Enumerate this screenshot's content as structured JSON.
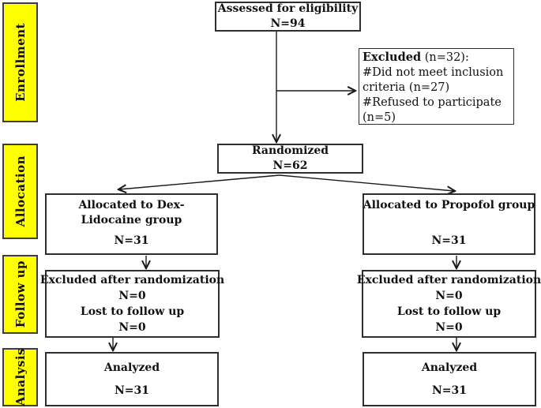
{
  "sidebar": {
    "labels": [
      {
        "text": "Enrollment"
      },
      {
        "text": "Allocation"
      },
      {
        "text": "Follow up"
      },
      {
        "text": "Analysis"
      }
    ]
  },
  "boxes": {
    "assessed": {
      "lines": [
        "Assessed for eligibility",
        "N=94"
      ]
    },
    "excluded": {
      "heading_bold": "Excluded",
      "heading_rest": " (n=32):",
      "items": [
        "#Did not meet inclusion criteria (n=27)",
        "#Refused to participate (n=5)"
      ]
    },
    "randomized": {
      "lines": [
        "Randomized",
        "N=62"
      ]
    },
    "alloc_left": {
      "title": "Allocated to Dex-Lidocaine group",
      "n": "N=31"
    },
    "alloc_right": {
      "title": "Allocated to Propofol group",
      "n": "N=31"
    },
    "followup_left": {
      "lines": [
        "Excluded after randomization",
        "N=0",
        "Lost to follow up",
        "N=0"
      ]
    },
    "followup_right": {
      "lines": [
        "Excluded after randomization",
        "N=0",
        "Lost to follow up",
        "N=0"
      ]
    },
    "analysis_left": {
      "title": "Analyzed",
      "n": "N=31"
    },
    "analysis_right": {
      "title": "Analyzed",
      "n": "N=31"
    }
  },
  "colors": {
    "stage_bg": "#FFFF00",
    "box_border": "#2e2e2e",
    "arrow": "#1a1a1a"
  }
}
